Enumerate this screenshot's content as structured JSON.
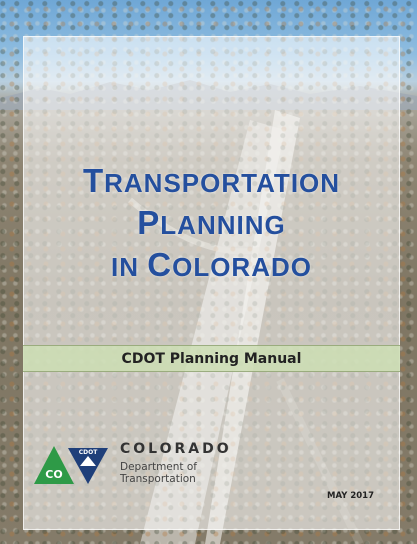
{
  "cover": {
    "title": {
      "line1_cap": "T",
      "line1_rest": "RANSPORTATION",
      "line2_cap": "P",
      "line2_rest": "LANNING",
      "line3_a": "IN ",
      "line3_cap": "C",
      "line3_rest": "OLORADO"
    },
    "subtitle": "CDOT Planning Manual",
    "logo": {
      "badge_left": "CO",
      "badge_right": "CDOT",
      "name": "COLORADO",
      "dept_line1": "Department of",
      "dept_line2": "Transportation"
    },
    "date": "MAY 2017"
  },
  "colors": {
    "title": "#244f9e",
    "logo_green": "#2e9a47",
    "logo_navy": "#1f3f7a",
    "band": "#cddeb4"
  }
}
